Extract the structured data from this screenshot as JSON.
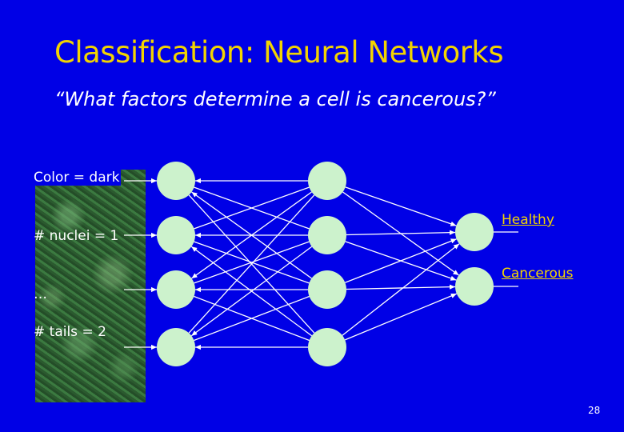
{
  "slide": {
    "title": "Classification: Neural Networks",
    "question": "“What factors determine a cell is cancerous?”",
    "page_number": "28"
  },
  "inputs": [
    "Color = dark",
    "# nuclei = 1",
    "…",
    "# tails = 2"
  ],
  "outputs": [
    "Healthy",
    "Cancerous"
  ],
  "colors": {
    "background": "#0000e6",
    "title": "#f2d400",
    "node_fill": "#ccf2cc",
    "edge": "#ffffff",
    "output_label": "#f2d400"
  }
}
